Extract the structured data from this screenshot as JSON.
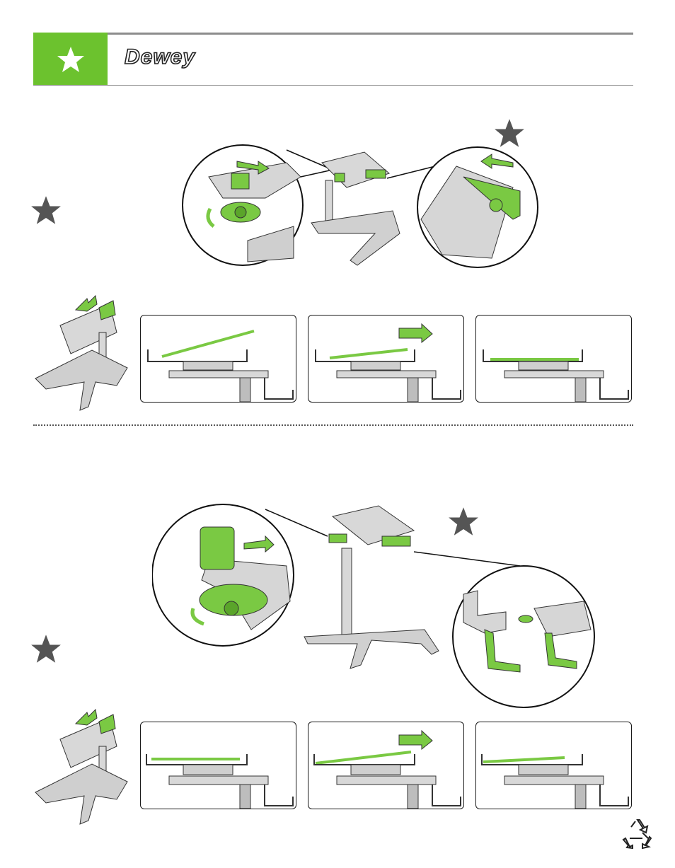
{
  "header": {
    "title": "Dewey",
    "badge_icon": "star-icon",
    "accent_color": "#6cc22e"
  },
  "colors": {
    "highlight_green": "#7ac943",
    "metal_gray": "#bdbdbd",
    "star_gray": "#555555"
  },
  "sections": [
    {
      "id": "top",
      "markers": [
        "star-icon",
        "star-icon"
      ],
      "steps": [
        "tilt-panel",
        "slide-panel",
        "seated-panel"
      ]
    },
    {
      "id": "bottom",
      "markers": [
        "star-icon",
        "star-icon"
      ],
      "steps": [
        "seated-panel",
        "slide-panel",
        "tilt-panel"
      ]
    }
  ],
  "footer": {
    "icon": "recycle-icon"
  }
}
